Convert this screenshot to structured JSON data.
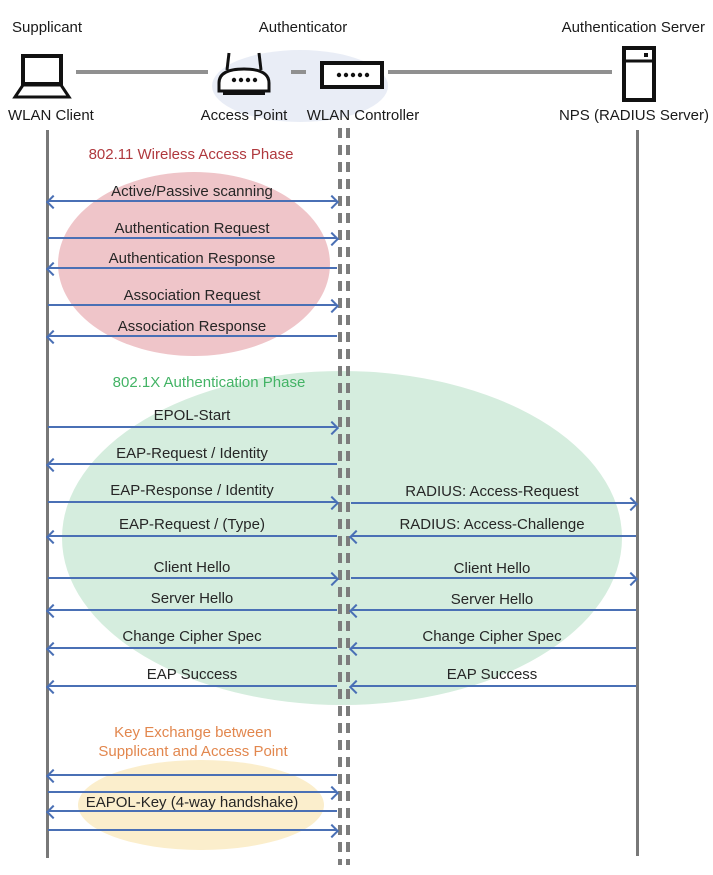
{
  "colors": {
    "arrow_blue": "#4a70b5",
    "lifeline_gray": "#787878",
    "phase1_title": "#b0393e",
    "phase2_title": "#43b365",
    "phase3_title": "#e2874e",
    "phase1_ellipse": "#efc5c9",
    "phase2_ellipse": "#d5edde",
    "phase3_ellipse": "#fbeecc",
    "authenticator_ellipse": "#e9edf6"
  },
  "actors": {
    "roles": [
      {
        "label": "Supplicant"
      },
      {
        "label": "Authenticator"
      },
      {
        "label": "Authentication Server"
      }
    ],
    "devices": [
      {
        "label": "WLAN Client",
        "icon": "laptop-icon"
      },
      {
        "label": "Access Point",
        "icon": "access-point-icon"
      },
      {
        "label": "WLAN Controller",
        "icon": "wlan-controller-icon"
      },
      {
        "label": "NPS (RADIUS Server)",
        "icon": "server-icon"
      }
    ]
  },
  "phases": [
    {
      "title": "802.11 Wireless Access Phase"
    },
    {
      "title": "802.1X Authentication Phase"
    },
    {
      "title_line1": "Key Exchange between",
      "title_line2": "Supplicant and Access Point"
    }
  ],
  "messages": {
    "client_ap": [
      {
        "label": "Active/Passive scanning",
        "direction": "both"
      },
      {
        "label": "Authentication Request",
        "direction": "right"
      },
      {
        "label": "Authentication Response",
        "direction": "left"
      },
      {
        "label": "Association Request",
        "direction": "right"
      },
      {
        "label": "Association Response",
        "direction": "left"
      },
      {
        "label": "EPOL-Start",
        "direction": "right"
      },
      {
        "label": "EAP-Request / Identity",
        "direction": "left"
      },
      {
        "label": "EAP-Response / Identity",
        "direction": "right"
      },
      {
        "label": "EAP-Request / (Type)",
        "direction": "left"
      },
      {
        "label": "Client Hello",
        "direction": "right"
      },
      {
        "label": "Server Hello",
        "direction": "left"
      },
      {
        "label": "Change Cipher Spec",
        "direction": "left"
      },
      {
        "label": "EAP Success",
        "direction": "left"
      },
      {
        "label": "",
        "direction": "left"
      },
      {
        "label": "",
        "direction": "right"
      },
      {
        "label": "EAPOL-Key (4-way handshake)",
        "direction": "left"
      },
      {
        "label": "",
        "direction": "right"
      }
    ],
    "controller_server": [
      {
        "label": "RADIUS: Access-Request",
        "direction": "right"
      },
      {
        "label": "RADIUS: Access-Challenge",
        "direction": "left"
      },
      {
        "label": "Client Hello",
        "direction": "right"
      },
      {
        "label": "Server Hello",
        "direction": "left"
      },
      {
        "label": "Change Cipher Spec",
        "direction": "left"
      },
      {
        "label": "EAP Success",
        "direction": "left"
      }
    ]
  }
}
